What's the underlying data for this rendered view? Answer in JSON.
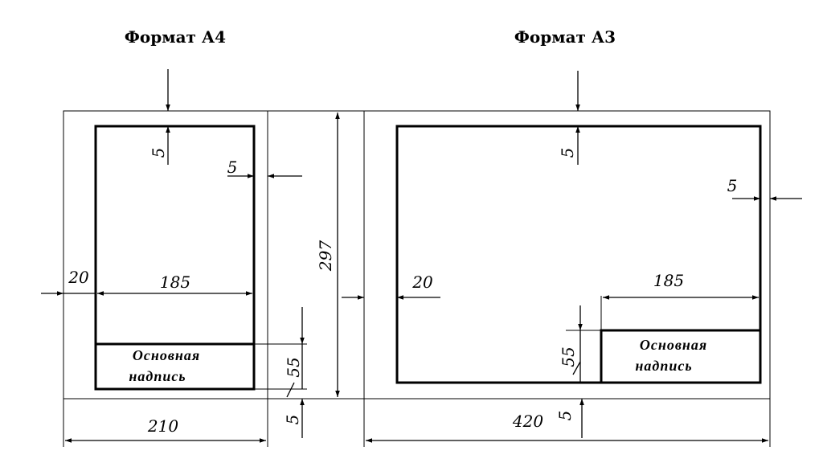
{
  "a4": {
    "title": "Формат А4",
    "dim_top": "5",
    "dim_right": "5",
    "dim_left": "20",
    "dim_inner_width": "185",
    "dim_stamp_height": "55",
    "dim_bottom": "5",
    "dim_sheet_width": "210",
    "dim_sheet_height": "297",
    "stamp_line1": "Основная",
    "stamp_line2": "надпись"
  },
  "a3": {
    "title": "Формат А3",
    "dim_top": "5",
    "dim_right": "5",
    "dim_left": "20",
    "dim_stamp_width": "185",
    "dim_stamp_height": "55",
    "dim_bottom": "5",
    "dim_sheet_width": "420",
    "stamp_line1": "Основная",
    "stamp_line2": "надпись"
  }
}
